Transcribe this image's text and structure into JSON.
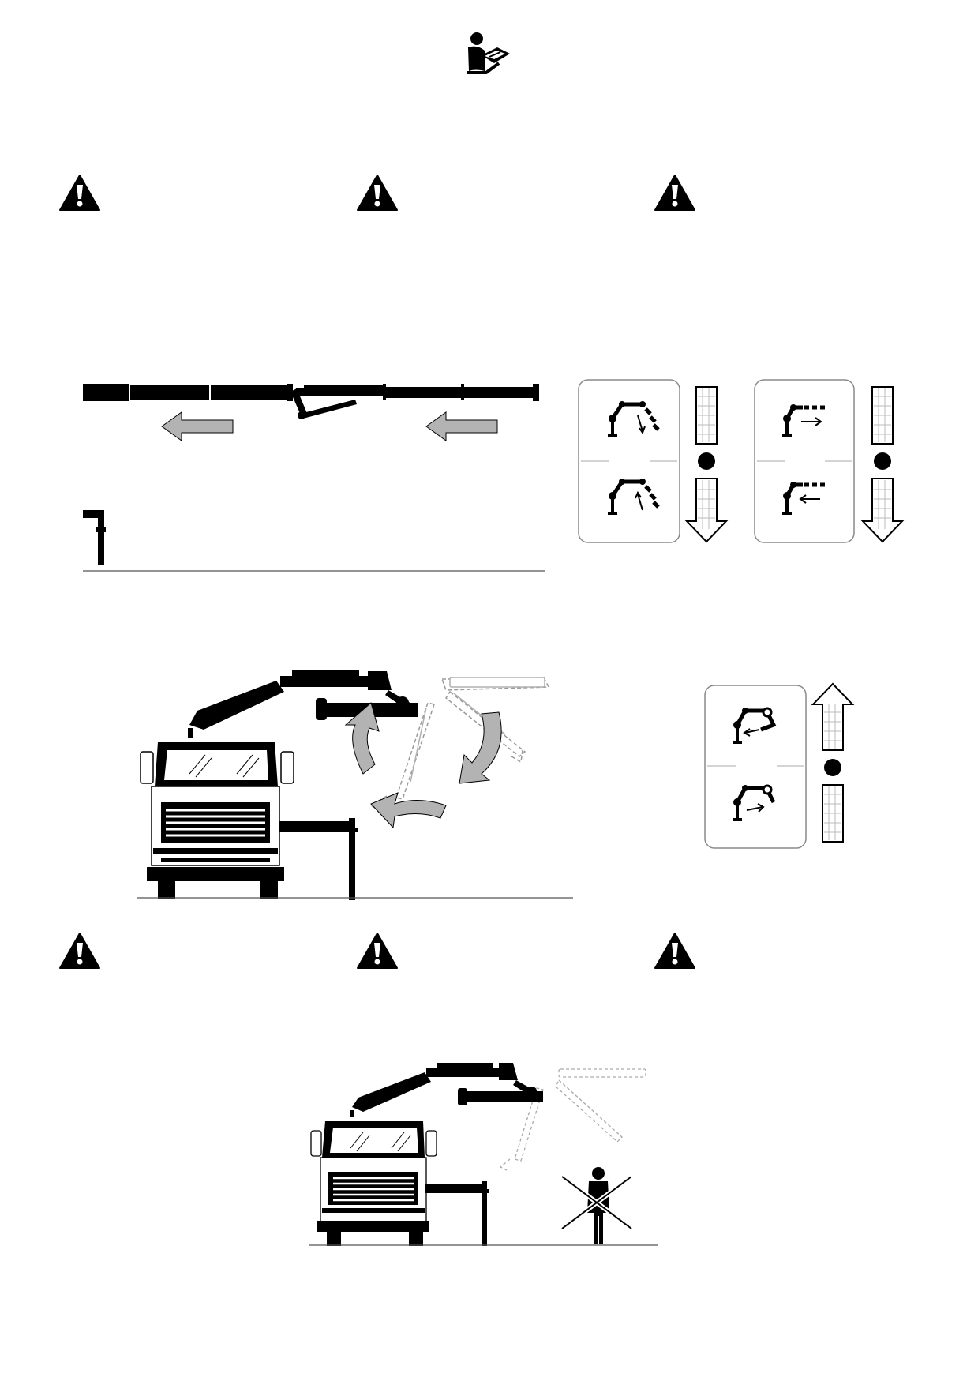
{
  "page": {
    "background": "#ffffff",
    "manual_icon": "read-manual-icon",
    "warning_icon": "warning-triangle-icon"
  },
  "colors": {
    "ink": "#000000",
    "arrow_fill": "#b3b3b3",
    "ghost": "#9a9a9a",
    "panel_border": "#8a8a8a"
  },
  "warnings_top": [
    {
      "icon": "warning-triangle-icon"
    },
    {
      "icon": "warning-triangle-icon"
    },
    {
      "icon": "warning-triangle-icon"
    }
  ],
  "warnings_bottom": [
    {
      "icon": "warning-triangle-icon"
    },
    {
      "icon": "warning-triangle-icon"
    },
    {
      "icon": "warning-triangle-icon"
    }
  ],
  "control_panels": [
    {
      "name": "outer-boom-control",
      "lever_direction": "down"
    },
    {
      "name": "extension-control",
      "lever_direction": "down"
    },
    {
      "name": "jib-fold-control",
      "lever_direction": "up"
    }
  ]
}
